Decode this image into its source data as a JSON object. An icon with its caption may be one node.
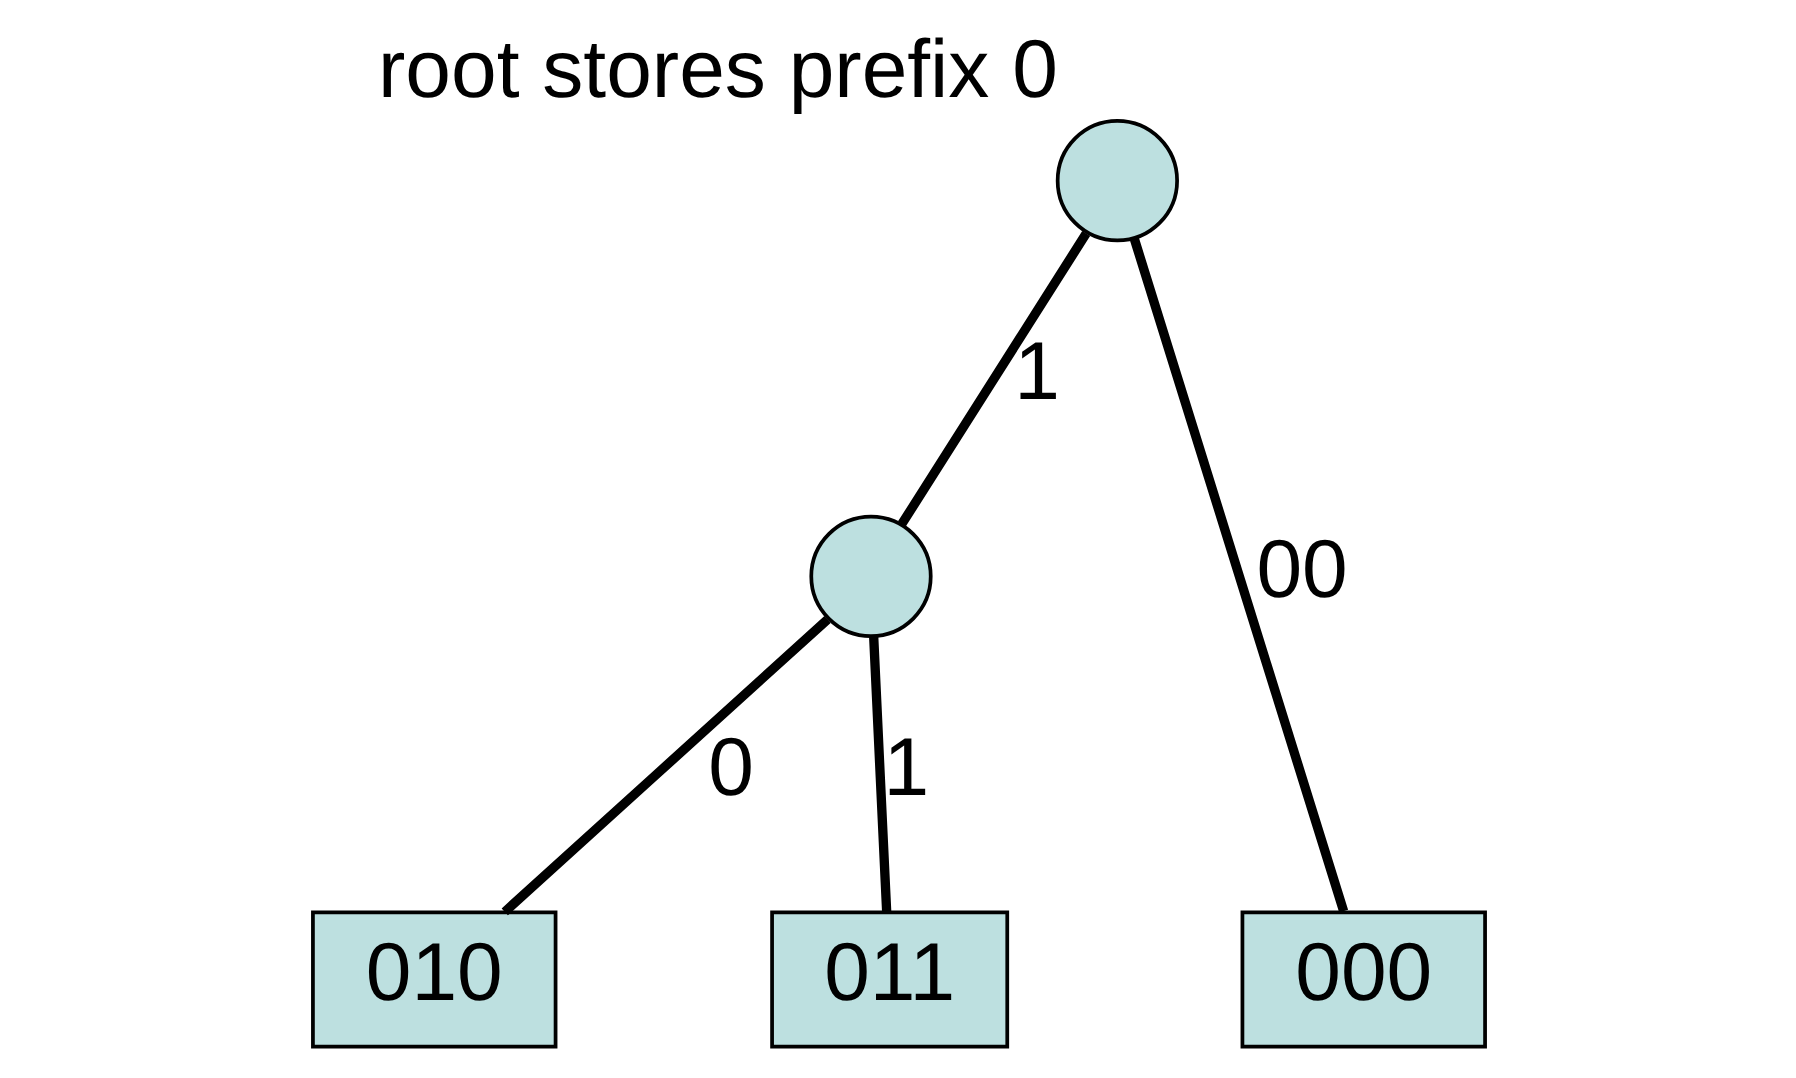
{
  "diagram": {
    "nodes": [
      {
        "text": [],
        "shape": "circle",
        "beside": [
          "root stores prefix 0"
        ]
      },
      {
        "text": [],
        "shape": "circle"
      },
      {
        "text": [
          "000"
        ]
      },
      {
        "text": [
          "010"
        ]
      },
      {
        "text": [
          "011"
        ]
      }
    ],
    "edges": [
      {
        "from": 0,
        "to": 2,
        "arrow": "none",
        "label": "00"
      },
      {
        "from": 0,
        "to": 1,
        "arrow": "none",
        "label": "1"
      },
      {
        "from": 1,
        "to": 3,
        "arrow": "none",
        "label": "0"
      },
      {
        "from": 1,
        "to": 4,
        "arrow": "none",
        "label": "1"
      }
    ]
  }
}
